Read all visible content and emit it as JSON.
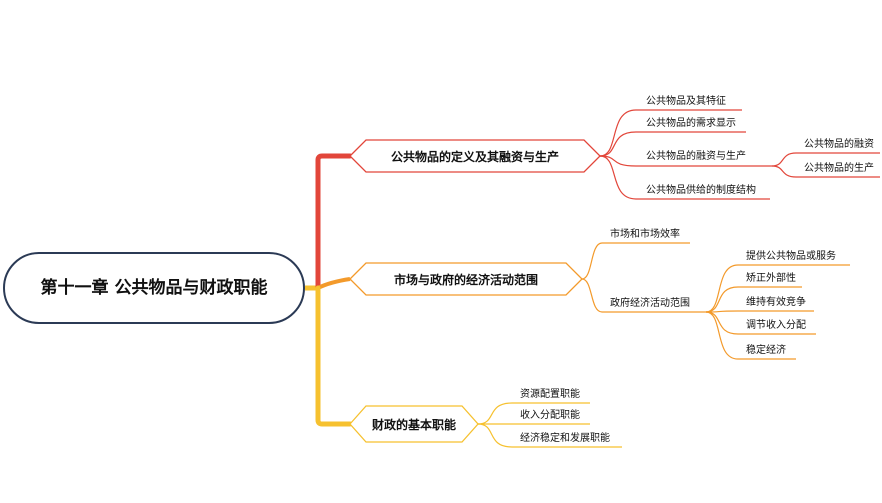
{
  "root": {
    "title": "第十一章 公共物品与财政职能"
  },
  "branches": [
    {
      "label": "公共物品的定义及其融资与生产",
      "color": "#e2463a",
      "children": [
        {
          "label": "公共物品及其特征"
        },
        {
          "label": "公共物品的需求显示"
        },
        {
          "label": "公共物品的融资与生产",
          "children": [
            {
              "label": "公共物品的融资"
            },
            {
              "label": "公共物品的生产"
            }
          ]
        },
        {
          "label": "公共物品供给的制度结构"
        }
      ]
    },
    {
      "label": "市场与政府的经济活动范围",
      "color": "#f39a2b",
      "children": [
        {
          "label": "市场和市场效率"
        },
        {
          "label": "政府经济活动范围",
          "children": [
            {
              "label": "提供公共物品或服务"
            },
            {
              "label": "矫正外部性"
            },
            {
              "label": "维持有效竞争"
            },
            {
              "label": "调节收入分配"
            },
            {
              "label": "稳定经济"
            }
          ]
        }
      ]
    },
    {
      "label": "财政的基本职能",
      "color": "#f6c12f",
      "children": [
        {
          "label": "资源配置职能"
        },
        {
          "label": "收入分配职能"
        },
        {
          "label": "经济稳定和发展职能"
        }
      ]
    }
  ]
}
